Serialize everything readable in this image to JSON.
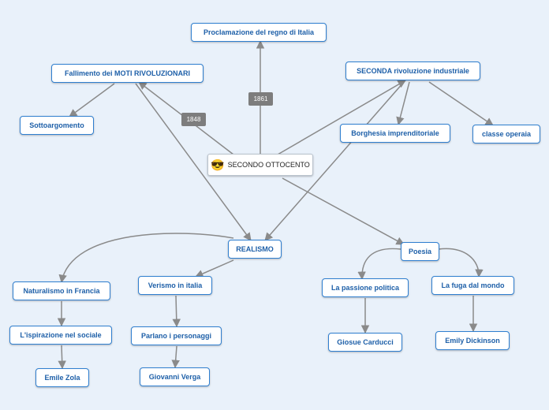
{
  "colors": {
    "background": "#e9f1fa",
    "node_border": "#2f7fd0",
    "node_text": "#1d5fa8",
    "connector": "#8a8a8a",
    "tag_background": "#7d7d7d"
  },
  "center": {
    "emoji": "😎",
    "emoji_icon": "sunglasses-face-icon",
    "label": "SECONDO OTTOCENTO"
  },
  "tags": {
    "tag_1861": "1861",
    "tag_1848": "1848"
  },
  "nodes": {
    "proclamazione": "Proclamazione del regno di Italia",
    "fallimento": "Fallimento dei MOTI RIVOLUZIONARI",
    "sottoargomento": "Sottoargomento",
    "seconda_rivoluzione": "SECONDA rivoluzione industriale",
    "borghesia": "Borghesia imprenditoriale",
    "classe_operaia": "classe operaia",
    "realismo": "REALISMO",
    "naturalismo": "Naturalismo in Francia",
    "ispirazione": "L'ispirazione nel sociale",
    "emile_zola": "Emile Zola",
    "verismo": "Verismo in italia",
    "parlano": "Parlano i personaggi",
    "giovanni_verga": "Giovanni Verga",
    "poesia": "Poesia",
    "passione_politica": "La passione politica",
    "giosue_carducci": "Giosue Carducci",
    "fuga_dal_mondo": "La fuga dal mondo",
    "emily_dickinson": "Emily Dickinson"
  }
}
